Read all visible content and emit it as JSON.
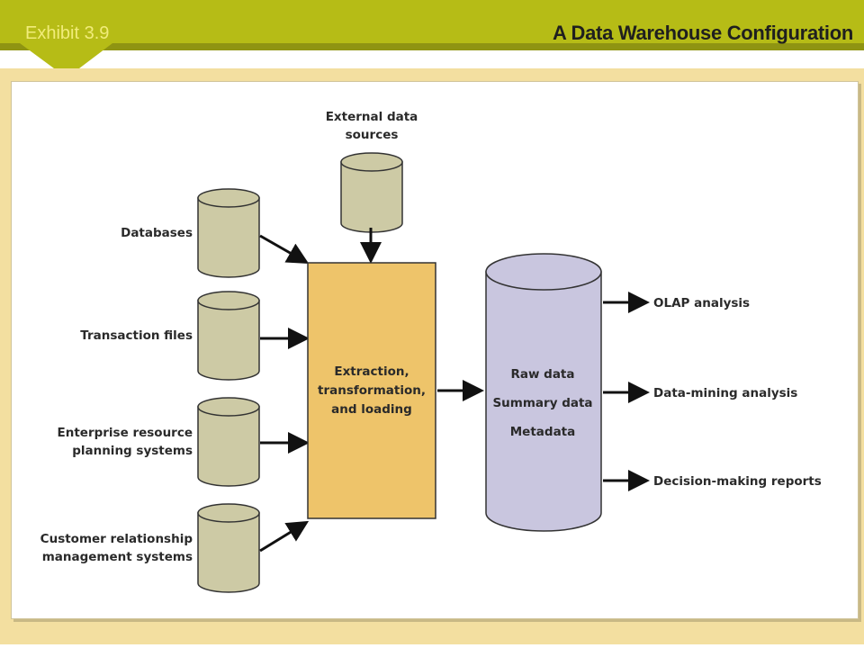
{
  "header": {
    "exhibit": "Exhibit 3.9",
    "title": "A Data Warehouse Configuration"
  },
  "sources": [
    {
      "label_lines": [
        "Databases"
      ]
    },
    {
      "label_lines": [
        "Transaction files"
      ]
    },
    {
      "label_lines": [
        "Enterprise resource",
        "planning systems"
      ]
    },
    {
      "label_lines": [
        "Customer relationship",
        "management systems"
      ]
    }
  ],
  "external": {
    "label_lines": [
      "External data",
      "sources"
    ]
  },
  "etl": {
    "label_lines": [
      "Extraction,",
      "transformation,",
      "and loading"
    ]
  },
  "warehouse": {
    "label_lines": [
      "Raw data",
      "Summary data",
      "Metadata"
    ]
  },
  "outputs": [
    {
      "label": "OLAP analysis"
    },
    {
      "label": "Data-mining analysis"
    },
    {
      "label": "Decision-making reports"
    }
  ],
  "colors": {
    "accent_bar": "#b6bc16",
    "frame": "#f3dfa0",
    "cylinder_small": "#cdcaa5",
    "etl_box": "#eec46a",
    "warehouse": "#c9c6df"
  }
}
